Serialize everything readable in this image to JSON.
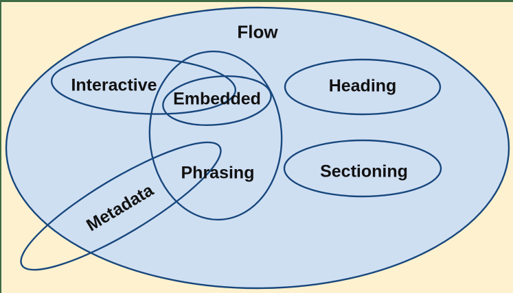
{
  "labels": {
    "flow": "Flow",
    "interactive": "Interactive",
    "embedded": "Embedded",
    "heading": "Heading",
    "phrasing": "Phrasing",
    "sectioning": "Sectioning",
    "metadata": "Metadata"
  },
  "colors": {
    "canvas_background": "#fdf1cf",
    "frame_edge_green": "#3e6b45",
    "flow_fill": "#cfdff2",
    "ellipse_stroke": "#17477d",
    "label_text": "#111111"
  }
}
